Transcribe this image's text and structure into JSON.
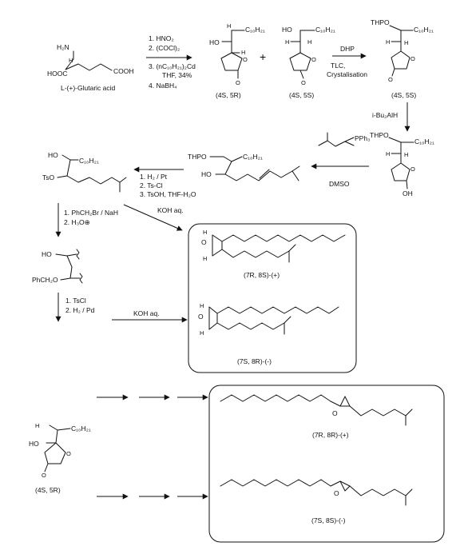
{
  "colors": {
    "ink": "#111111",
    "background": "#ffffff"
  },
  "start": {
    "name": "L-(+)-Glutaric acid",
    "nh2": "H₂N",
    "h": "H",
    "cooh_left": "HOOC",
    "cooh_right": "COOH"
  },
  "step1": {
    "r1": "1. HNO₂",
    "r2": "2. (COCl)₂",
    "r3": "3. (nC₁₀H₂₁)₂Cd",
    "r3b": "THF, 34%",
    "r4": "4. NaBH₄"
  },
  "lactone_5R": {
    "label": "(4S, 5R)",
    "ho": "HO",
    "h1": "H",
    "h2": "H",
    "chain": "C₁₀H₂₁",
    "o_ring": "O",
    "o_carbonyl": "O"
  },
  "plus": "+",
  "lactone_5S": {
    "label": "(4S, 5S)",
    "ho": "HO",
    "h1": "H",
    "h2": "H",
    "chain": "C₁₀H₂₁",
    "o_ring": "O",
    "o_carbonyl": "O"
  },
  "step_dhp": {
    "r1": "DHP",
    "r2": "TLC,",
    "r3": "Crystalisation"
  },
  "thp_lactone": {
    "label": "(4S, 5S)",
    "thpo": "THPO",
    "h1": "H",
    "h2": "H",
    "chain": "C₁₀H₂₁",
    "o_ring": "O",
    "o_carbonyl": "O"
  },
  "step_dibal": {
    "r1": "i-Bu₂AlH"
  },
  "lactol": {
    "thpo": "THPO",
    "h1": "H",
    "h2": "H",
    "chain": "C₁₀H₂₁",
    "o_ring": "O",
    "oh": "OH"
  },
  "wittig": {
    "reagent": "PPh₃",
    "solvent": "DMSO"
  },
  "alkene": {
    "thpo": "THPO",
    "ho": "HO",
    "chain": "C₁₀H₂₁"
  },
  "step_hydro": {
    "r1": "1. H₂ / Pt",
    "r2": "2. Ts-Cl",
    "r3": "3. TsOH, THF-H₂O"
  },
  "tosylate": {
    "ho": "HO",
    "tso": "TsO",
    "chain": "C₁₀H₂₁"
  },
  "step_koh1": {
    "r1": "KOH aq."
  },
  "step_benzyl": {
    "r1": "1. PhCH₂Br / NaH",
    "r2": "2. H₃O⊕"
  },
  "benzyl_ether": {
    "ho": "HO",
    "phch2o": "PhCH₂O"
  },
  "step_tscl": {
    "r1": "1. TsCl",
    "r2": "2. H₂ / Pd"
  },
  "step_koh2": {
    "r1": "KOH aq."
  },
  "cis_7R8S": {
    "label": "(7R, 8S)-(+)",
    "o": "O",
    "h1": "H",
    "h2": "H"
  },
  "cis_7S8R": {
    "label": "(7S, 8R)-(-)",
    "o": "O",
    "h1": "H",
    "h2": "H"
  },
  "lower_start": {
    "label": "(4S, 5R)",
    "ho": "HO",
    "h": "H",
    "chain": "C₁₀H₂₁",
    "o_ring": "O",
    "o_carbonyl": "O"
  },
  "trans_7R8R": {
    "label": "(7R, 8R)-(+)",
    "o": "O"
  },
  "trans_7S8S": {
    "label": "(7S, 8S)-(-)",
    "o": "O"
  }
}
